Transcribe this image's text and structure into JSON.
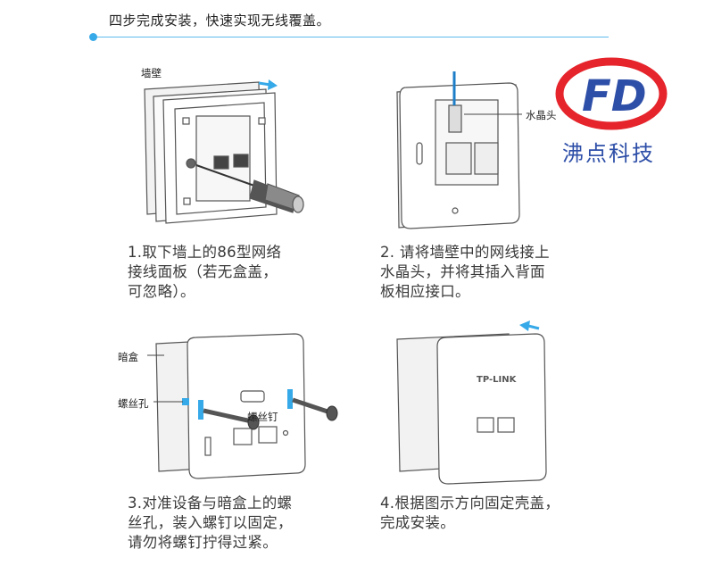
{
  "header": {
    "title": "四步完成安装，快速实现无线覆盖。",
    "accent": "#36a9e8"
  },
  "brand": {
    "logo_text": "FD",
    "name": "沸点科技",
    "red": "#e5242b",
    "blue": "#2e4fa8"
  },
  "steps": [
    {
      "caption": "1.取下墙上的86型网络\n接线面板（若无盒盖，\n可忽略）。",
      "labels": [
        "墙壁"
      ]
    },
    {
      "caption": "2. 请将墙壁中的网线接上\n水晶头，并将其插入背面\n板相应接口。",
      "labels": [
        "水晶头"
      ]
    },
    {
      "caption": "3.对准设备与暗盒上的螺\n丝孔，装入螺钉以固定，\n请勿将螺钉拧得过紧。",
      "labels": [
        "暗盒",
        "螺丝孔",
        "螺丝钉"
      ]
    },
    {
      "caption": "4.根据图示方向固定壳盖，\n完成安装。",
      "labels": [],
      "device_brand": "TP-LINK"
    }
  ]
}
